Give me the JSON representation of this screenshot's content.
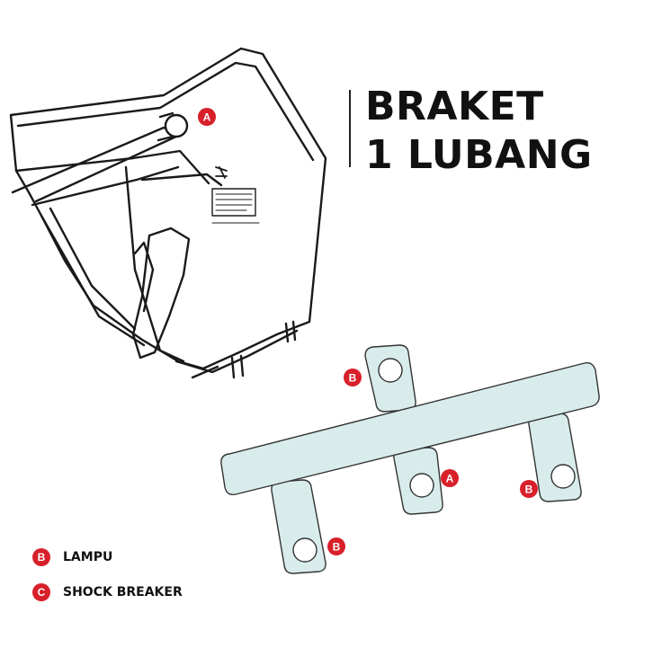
{
  "title": {
    "line1": "BRAKET",
    "line2": "1 LUBANG"
  },
  "callouts": {
    "a_top": "A",
    "a_bracket": "A",
    "b_top_tab": "B",
    "b_right_tab": "B",
    "b_bottom_tab": "B"
  },
  "legend": [
    {
      "badge": "B",
      "label": "LAMPU"
    },
    {
      "badge": "C",
      "label": "SHOCK BREAKER"
    }
  ],
  "colors": {
    "badge": "#d8202a",
    "bracket_fill": "#d9ecec",
    "outline": "#333333"
  }
}
